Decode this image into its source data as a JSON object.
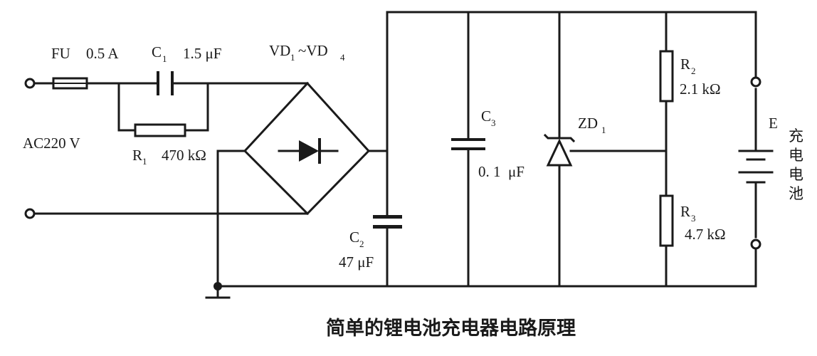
{
  "title": "简单的锂电池充电器电路原理",
  "labels": {
    "fu": "FU",
    "fu_rating": "0.5 A",
    "c1": "C",
    "c1_sub": "1",
    "c1_value": "1.5 μF",
    "vd": "VD",
    "vd_sub1": "1",
    "vd_tilde": "~VD",
    "vd_sub2": "4",
    "ac": "AC220 V",
    "r1": "R",
    "r1_sub": "1",
    "r1_value": "470 kΩ",
    "c3": "C",
    "c3_sub": "3",
    "c3_value": "0. 1  μF",
    "zd": "ZD",
    "zd_sub": "1",
    "r2": "R",
    "r2_sub": "2",
    "r2_value": "2.1 kΩ",
    "r3": "R",
    "r3_sub": "3",
    "r3_value": "4.7 kΩ",
    "c2": "C",
    "c2_sub": "2",
    "c2_value": "47 μF",
    "e": "E",
    "battery": [
      "充",
      "电",
      "电",
      "池"
    ]
  }
}
